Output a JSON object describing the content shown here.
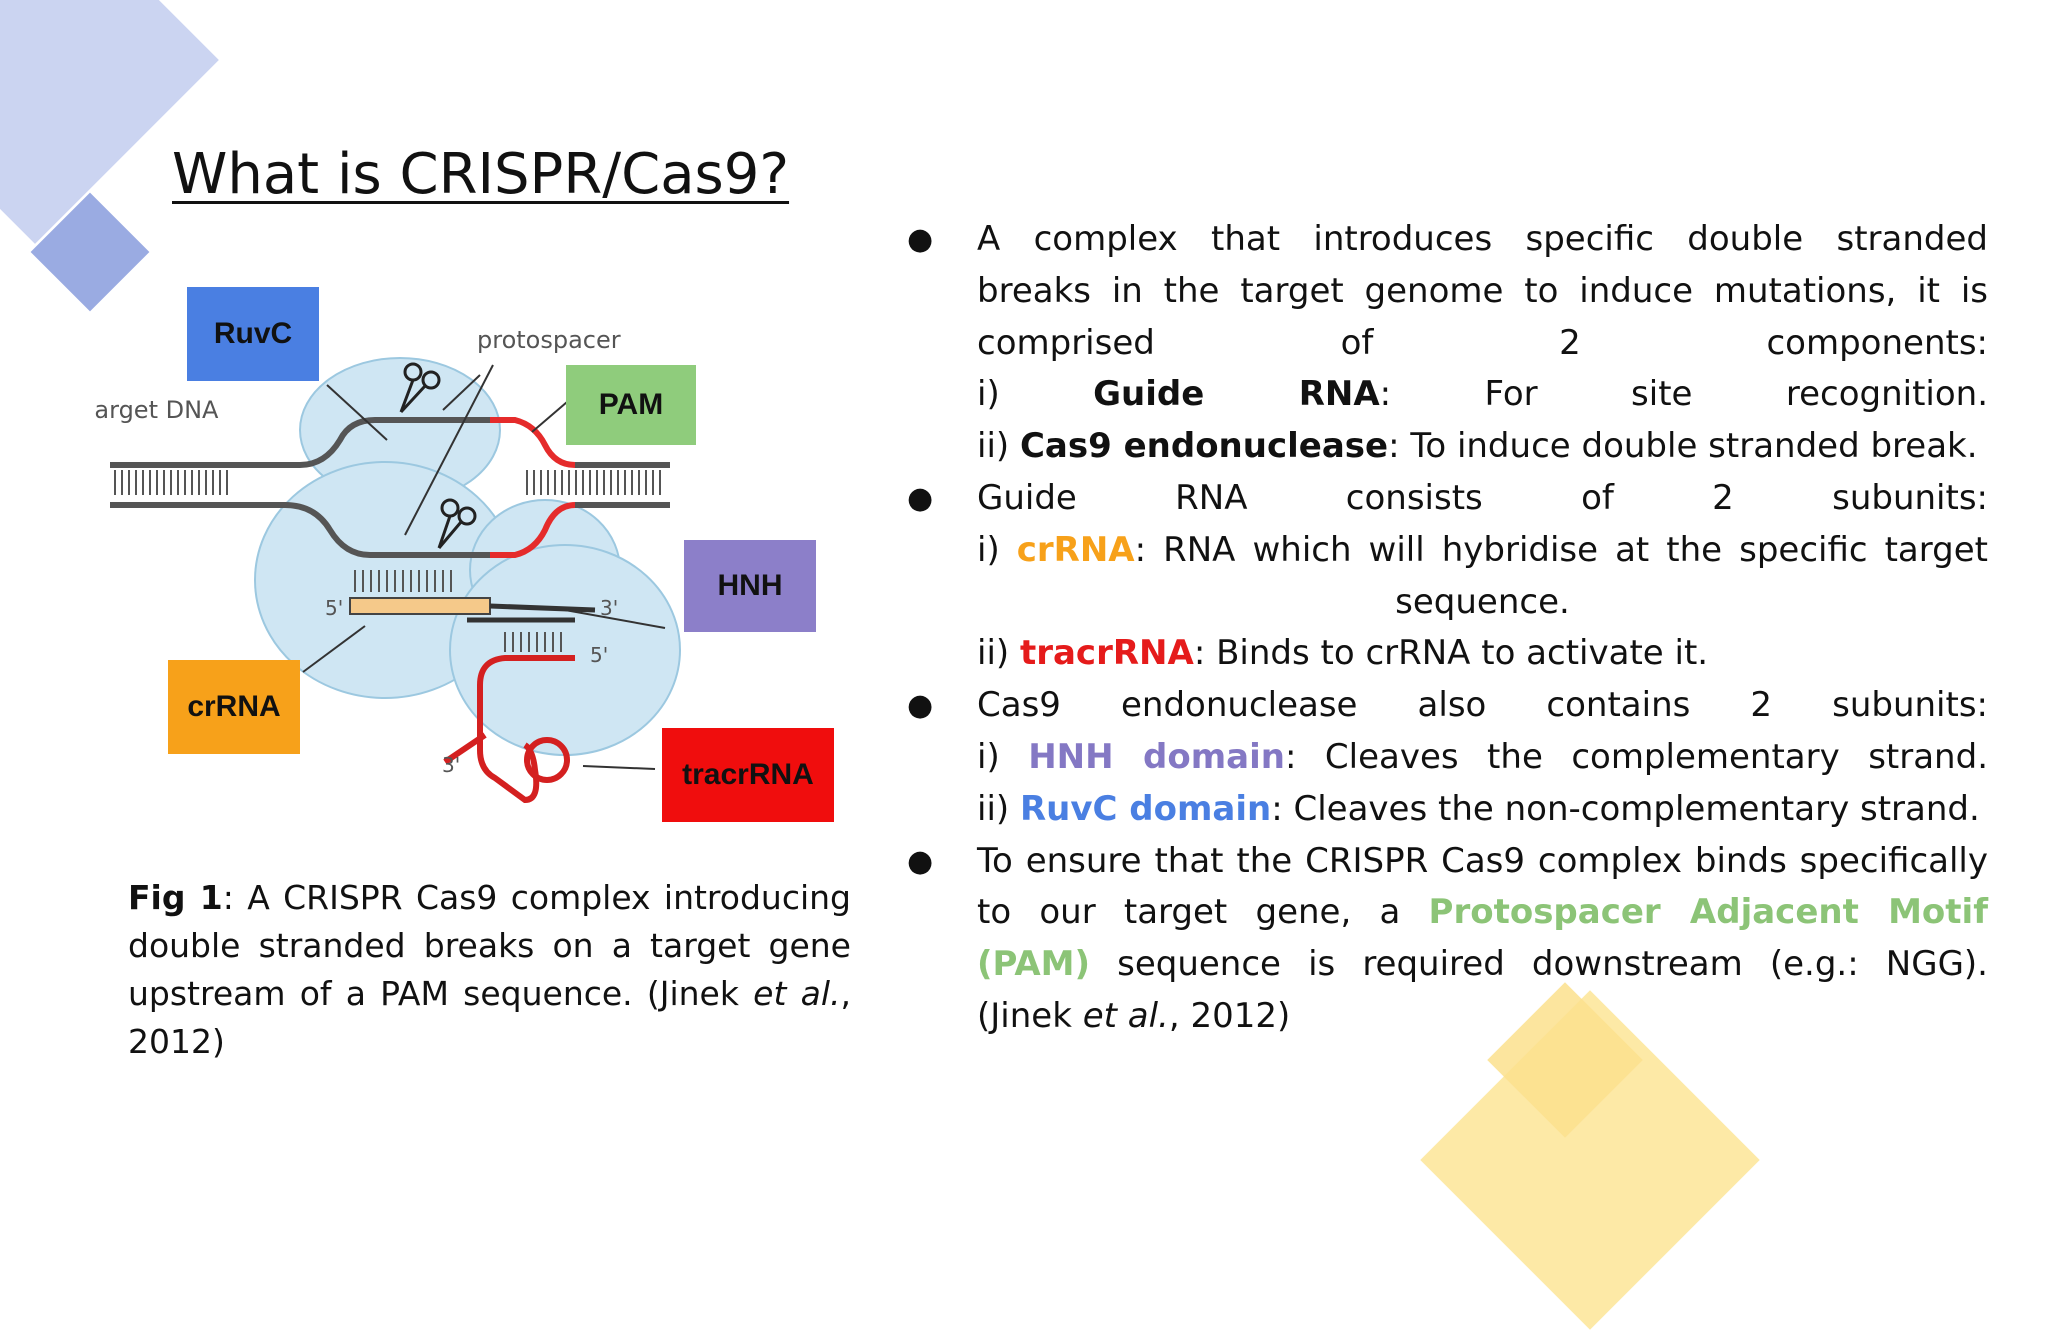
{
  "slide": {
    "title": "What is CRISPR/Cas9?"
  },
  "figure": {
    "labels": {
      "ruvc": "RuvC",
      "pam": "PAM",
      "hnh": "HNH",
      "crrna": "crRNA",
      "tracrrna": "tracrRNA"
    },
    "diagram_text": {
      "target_dna": "target DNA",
      "protospacer": "protospacer",
      "five_prime_a": "5'",
      "three_prime_a": "3'",
      "five_prime_b": "5'",
      "three_prime_b": "3'"
    },
    "caption": {
      "fig": "Fig 1",
      "text_1": ": A CRISPR Cas9 complex introducing double stranded breaks on a target gene upstream of a PAM sequence. (Jinek ",
      "etal": "et al.",
      "text_2": ", 2012)"
    }
  },
  "bullets": {
    "b1": {
      "l1": "A complex that introduces specific double stranded",
      "l2": "breaks in the target genome to induce mutations, it is",
      "l3": "comprised of 2 components:",
      "l4_pre": "i)",
      "l4_bold": "Guide RNA",
      "l4_post": ": For site recognition.",
      "l5_pre": "ii) ",
      "l5_bold": "Cas9 endonuclease",
      "l5_post": ": To induce double stranded break."
    },
    "b2": {
      "l1": "Guide RNA consists of 2 subunits:",
      "l2_pre": "i) ",
      "l2_key": "crRNA",
      "l2_post": ": RNA which will hybridise at the specific target",
      "l3": "sequence.",
      "l4_pre": "ii) ",
      "l4_key": "tracrRNA",
      "l4_post": ": Binds to crRNA to activate it."
    },
    "b3": {
      "l1": "Cas9 endonuclease also contains 2 subunits:",
      "l2_pre": "i) ",
      "l2_key": "HNH domain",
      "l2_post": ": Cleaves the complementary strand.",
      "l3_pre": "ii) ",
      "l3_key": "RuvC domain",
      "l3_post": ": Cleaves the non-complementary strand."
    },
    "b4": {
      "t1": "To ensure that the CRISPR Cas9 complex binds specifically to our target gene, a ",
      "key": "Protospacer Adjacent Motif (PAM)",
      "t2": " sequence is required downstream (e.g.: NGG). (Jinek ",
      "etal": "et al.",
      "t3": ", 2012)"
    },
    "dot": "●"
  },
  "colors": {
    "ruvc": "#4a7fe2",
    "pam": "#8fcc7c",
    "hnh": "#8c7fc9",
    "crrna": "#f7a11a",
    "tracrrna": "#f00d0d",
    "cas9_body": "#cfe6f3"
  }
}
